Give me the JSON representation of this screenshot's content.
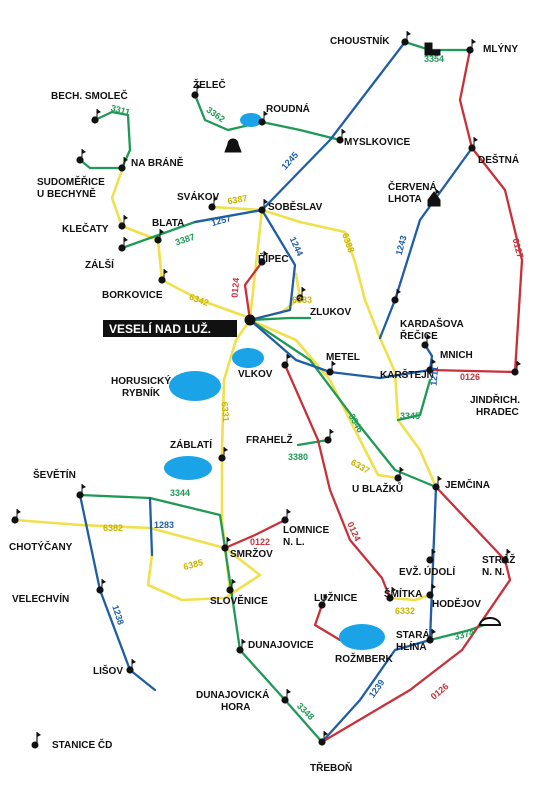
{
  "colors": {
    "yellow": "#f0e04a",
    "blue": "#1f5ea6",
    "green": "#1f9a55",
    "red": "#c8303a",
    "lake": "#1ba3e8",
    "station": "#111111"
  },
  "hub": "VESELÍ NAD LUŽ.",
  "stations": {
    "choustnik": "CHOUSTNÍK",
    "mlyny": "MLÝNY",
    "zelec": "ŽELEČ",
    "roudna": "ROUDNÁ",
    "myslkovice": "MYSLKOVICE",
    "destna": "DEŠTNÁ",
    "bech_smolec": "BECH. SMOLEČ",
    "na_brane": "NA BRÁNĚ",
    "sudomerice": "SUDOMĚŘICE",
    "u_bechyne": "U BECHYNĚ",
    "svakov": "SVÁKOV",
    "sobeslav": "SOBĚSLAV",
    "blata": "BLATA",
    "cervena": "ČERVENÁ",
    "lhota": "LHOTA",
    "klecaty": "KLEČATY",
    "zalsi": "ZÁLŠÍ",
    "ripec": "ŘÍPEC",
    "borkovice": "BORKOVICE",
    "zlukov": "ZLUKOV",
    "kardasova": "KARDAŠOVA",
    "recice": "ŘEČICE",
    "mnich": "MNICH",
    "metel": "METEL",
    "karstejn": "KARŠTEJN",
    "vlkov": "VLKOV",
    "horusicky": "HORUSICKÝ",
    "rybnik": "RYBNÍK",
    "jindrich": "JINDŘICH.",
    "hradec": "HRADEC",
    "zablati": "ZÁBLATÍ",
    "frahelz": "FRAHELŽ",
    "u_blazku": "U BLAŽKŮ",
    "jemcina": "JEMČINA",
    "sevetin": "ŠEVĚTÍN",
    "chotycany": "CHOTÝČANY",
    "lomnice": "LOMNICE",
    "nl": "N. L.",
    "smrzov": "SMRŽOV",
    "evz_udoli": "EVŽ. ÚDOLÍ",
    "straz": "STRÁŽ",
    "nn": "N. N.",
    "velechvin": "VELECHVÍN",
    "slovenice": "SLOVĚNICE",
    "luznice": "LUŽNICE",
    "smitka": "ŠMÍTKA",
    "hodejov": "HODĚJOV",
    "rozmberk": "ROŽMBERK",
    "stara": "STARÁ",
    "hlina": "HLÍNA",
    "lisov": "LIŠOV",
    "dunajovice": "DUNAJOVICE",
    "dunajovicka": "DUNAJOVICKÁ",
    "hora": "HORA",
    "trebon": "TŘEBOŇ"
  },
  "routes": {
    "r3354": "3354",
    "r3362": "3362",
    "r1245": "1245",
    "r0127": "0127",
    "r3311": "3311",
    "r6387": "6387",
    "r1257": "1257",
    "r3387": "3387",
    "r6388": "6388",
    "r1243": "1243",
    "r1244": "1244",
    "r0124a": "0124",
    "r6342": "6342",
    "r6383": "6383",
    "r1211": "1211",
    "r0126a": "0126",
    "r6331": "6331",
    "r3346": "3346",
    "r3345": "3345",
    "r3380": "3380",
    "r6337": "6337",
    "r3344": "3344",
    "r1283": "1283",
    "r0124b": "0124",
    "r6382": "6382",
    "r0122": "0122",
    "r6385": "6385",
    "r6332": "6332",
    "r3374": "3374",
    "r1238": "1238",
    "r1239": "1239",
    "r0126b": "0126",
    "r3348": "3348"
  },
  "legend": {
    "label": "STANICE ČD",
    "icon": "station-flag-icon"
  }
}
